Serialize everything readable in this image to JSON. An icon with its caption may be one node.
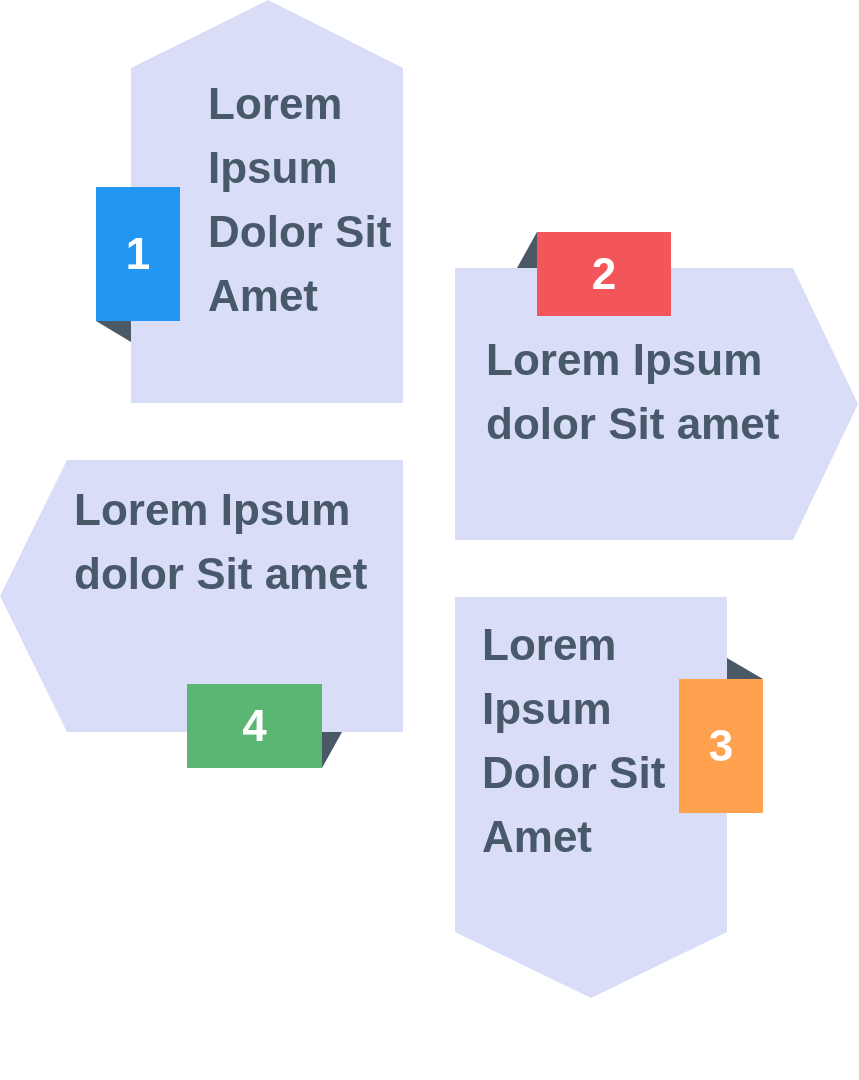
{
  "diagram": {
    "nodes": [
      {
        "text": [
          "1"
        ]
      },
      {
        "text": [
          "Lorem Ipsum Dolor Sit Amet"
        ]
      },
      {
        "text": [
          "2"
        ]
      },
      {
        "text": [
          "Lorem Ipsum dolor Sit amet"
        ]
      },
      {
        "text": [
          "3"
        ]
      },
      {
        "text": [
          "Lorem Ipsum Dolor Sit Amet"
        ]
      },
      {
        "text": [
          "4"
        ]
      },
      {
        "text": [
          "Lorem Ipsum dolor Sit amet"
        ]
      }
    ]
  }
}
